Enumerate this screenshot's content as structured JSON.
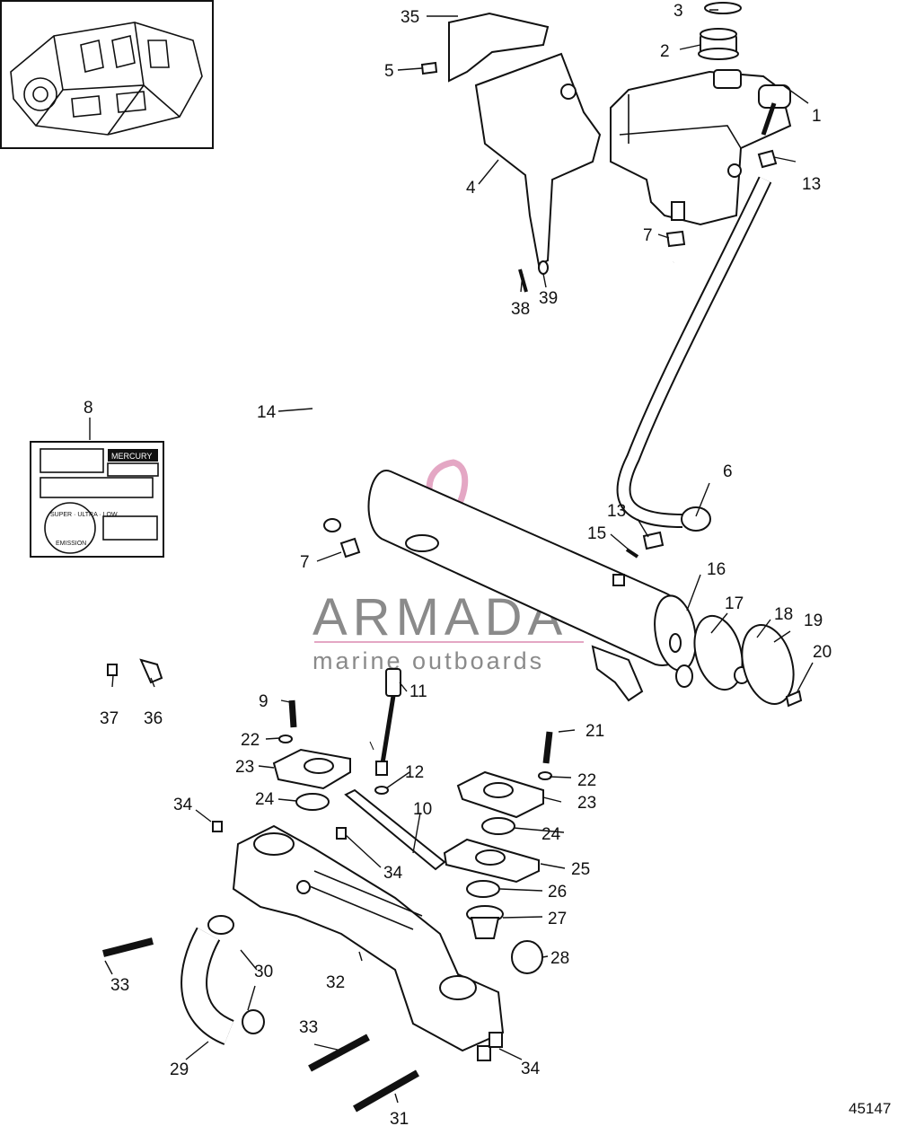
{
  "diagram": {
    "figure_number": "45147",
    "callouts": [
      "1",
      "2",
      "3",
      "4",
      "5",
      "6",
      "7",
      "8",
      "9",
      "10",
      "11",
      "12",
      "13",
      "14",
      "15",
      "16",
      "17",
      "18",
      "19",
      "20",
      "21",
      "22",
      "23",
      "24",
      "25",
      "26",
      "27",
      "28",
      "29",
      "30",
      "31",
      "32",
      "33",
      "34",
      "35",
      "36",
      "37",
      "38",
      "39"
    ]
  },
  "watermark": {
    "brand": "ARMADA",
    "tagline": "marine outboards",
    "color_pink": "#e4a7c4",
    "color_gray": "#8a8a8a"
  },
  "decal": {
    "brand_text": "MERCURY",
    "seal_top": "SUPER · ULTRA · LOW",
    "seal_bottom": "EMISSION"
  }
}
